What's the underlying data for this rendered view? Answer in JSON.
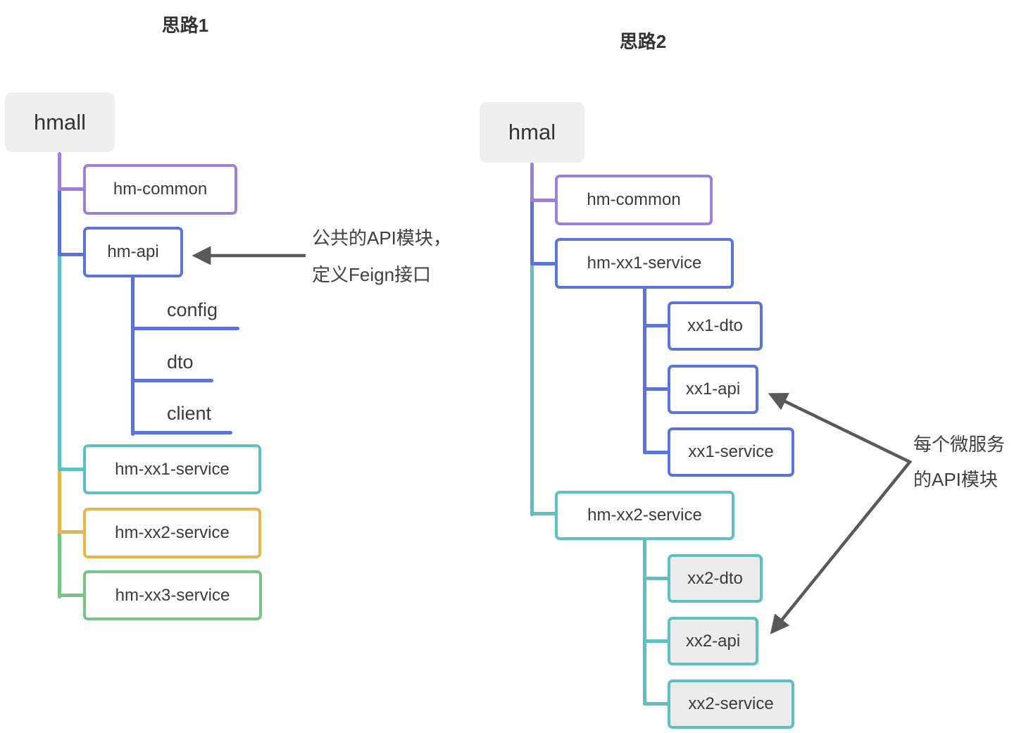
{
  "approach1": {
    "title": "思路1",
    "root": "hmall",
    "modules": {
      "common": "hm-common",
      "api": "hm-api",
      "xx1_service": "hm-xx1-service",
      "xx2_service": "hm-xx2-service",
      "xx3_service": "hm-xx3-service"
    },
    "api_submodules": {
      "config": "config",
      "dto": "dto",
      "client": "client"
    },
    "annotation": {
      "line1": "公共的API模块，",
      "line2": "定义Feign接口"
    }
  },
  "approach2": {
    "title": "思路2",
    "root": "hmal",
    "modules": {
      "common": "hm-common",
      "xx1_service": "hm-xx1-service",
      "xx2_service": "hm-xx2-service"
    },
    "xx1_submodules": {
      "dto": "xx1-dto",
      "api": "xx1-api",
      "service": "xx1-service"
    },
    "xx2_submodules": {
      "dto": "xx2-dto",
      "api": "xx2-api",
      "service": "xx2-service"
    },
    "annotation": {
      "line1": "每个微服务",
      "line2": "的API模块"
    }
  },
  "colors": {
    "purple": "#9d80d8",
    "blue": "#5c73d8",
    "teal": "#5fc0c1",
    "yellow": "#e6b54e",
    "green": "#75c585",
    "root_fill": "#efefef",
    "submodule_fill": "#ececec",
    "arrow": "#595959",
    "text": "#3b3b3b"
  }
}
